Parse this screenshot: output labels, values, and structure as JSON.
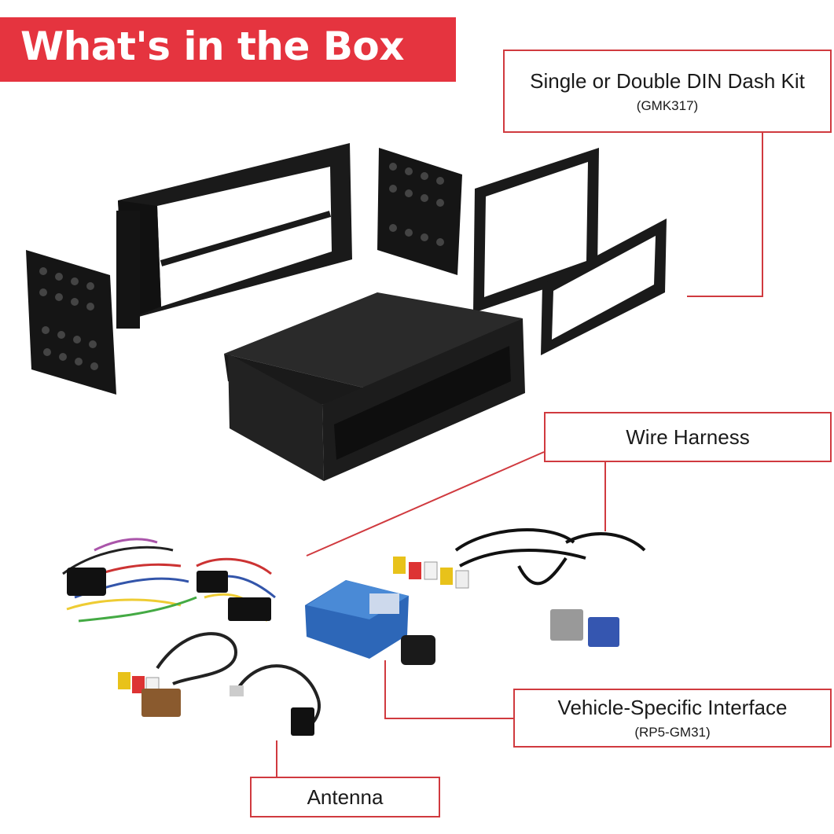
{
  "title": "What's in the Box",
  "labels": {
    "dash_kit": {
      "name": "Single or Double DIN Dash Kit",
      "part": "(GMK317)"
    },
    "wire_harness": {
      "name": "Wire Harness"
    },
    "interface": {
      "name": "Vehicle-Specific Interface",
      "part": "(RP5-GM31)"
    },
    "antenna": {
      "name": "Antenna"
    }
  },
  "colors": {
    "accent": "#e5343f",
    "leader": "#d03a3f"
  }
}
